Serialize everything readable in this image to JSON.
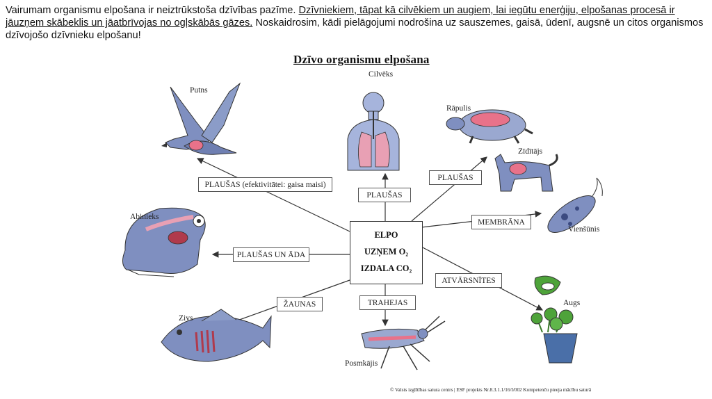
{
  "intro": {
    "part1": "Vairumam organismu elpošana ir neiztrūkstoša dzīvības pazīme. ",
    "part2_underlined": "Dzīvniekiem, tāpat kā cilvēkiem un augiem, lai iegūtu enerģiju, elpošanas procesā ir jāuzņem skābeklis un jāatbrīvojas no ogļskābās gāzes.",
    "part3": " Noskaidrosim, kādi pielāgojumi nodrošina uz sauszemes, gaisā, ūdenī, augsnē un citos organismos dzīvojošo dzīvnieku elpošanu!"
  },
  "diagram": {
    "title": "Dzīvo organismu elpošana",
    "center": {
      "line1": "ELPO",
      "line2": "UZŅEM O₂",
      "line3": "IZDALA CO₂"
    },
    "organisms": {
      "putns": "Putns",
      "cilveks": "Cilvēks",
      "rapulis": "Rāpulis",
      "ziditajs": "Zīdītājs",
      "abinieks": "Abinieks",
      "vienšūnis": "Vienšūnis",
      "zivs": "Zivs",
      "augs": "Augs",
      "posmkajis": "Posmkājis"
    },
    "organs": {
      "putns_box": "PLAUŠAS (efektivitātei: gaisa maisi)",
      "cilveks_box": "PLAUŠAS",
      "rapulis_box": "PLAUŠAS",
      "abinieks_box": "PLAUŠAS UN ĀDA",
      "membrana_box": "MEMBRĀNA",
      "zaunas_box": "ŽAUNAS",
      "trahejas_box": "TRAHEJAS",
      "atvarsnites_box": "ATVĀRSNĪTES"
    },
    "footer": "© Valsts izglītības satura centrs | ESF projekts Nr.8.3.1.1/16/I/002 Kompetenču pieeja mācību saturā"
  },
  "colors": {
    "organ_pink": "#e8728a",
    "animal_blue": "#7f8fc0",
    "plant_green": "#4ea33a",
    "pot_blue": "#4a6fa8"
  }
}
